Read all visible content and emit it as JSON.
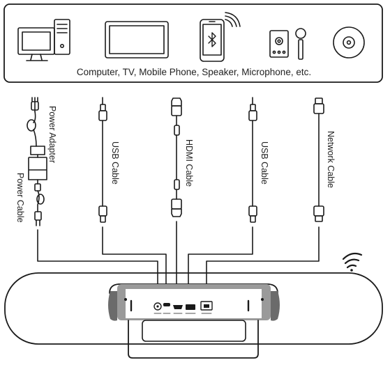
{
  "devices_caption": "Computer, TV, Mobile Phone, Speaker, Microphone, etc.",
  "cables": {
    "power_adapter": "Power Adapter",
    "power_cable": "Power Cable",
    "usb_left": "USB Cable",
    "hdmi": "HDMI Cable",
    "usb_right": "USB Cable",
    "network": "Network Cable"
  },
  "device_icons": [
    "computer-icon",
    "tv-icon",
    "mobile-phone-icon",
    "bluetooth-icon",
    "speaker-icon",
    "microphone-icon",
    "disc-icon",
    "wifi-icon"
  ],
  "colors": {
    "line": "#1a1a1a",
    "device_body": "#6b6b6b",
    "port_panel": "#9a9a9a"
  }
}
